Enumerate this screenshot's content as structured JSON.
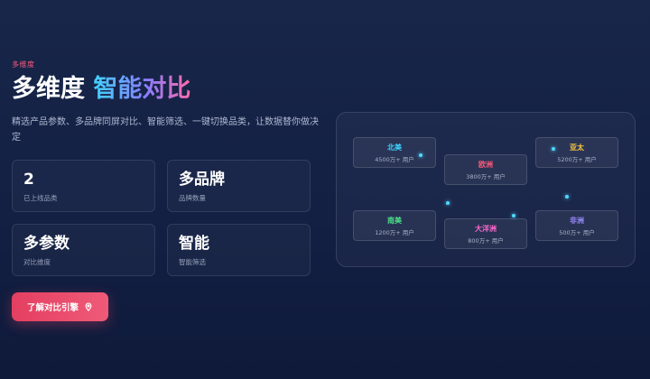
{
  "hero": {
    "eyebrow": "多维度",
    "title_plain": "多维度",
    "title_highlight": "智能对比",
    "description": "精选产品参数、多品牌同屏对比、智能筛选、一键切换品类，让数据替你做决定"
  },
  "stats": [
    {
      "value": "2",
      "label": "已上线品类"
    },
    {
      "value": "多品牌",
      "label": "品牌数量"
    },
    {
      "value": "多参数",
      "label": "对比维度"
    },
    {
      "value": "智能",
      "label": "智能筛选"
    }
  ],
  "cta": {
    "label": "了解对比引擎",
    "icon": "location-pin-icon"
  },
  "regions": [
    {
      "name": "北美",
      "count": "4500万+ 用户",
      "color": "#3fd3ff"
    },
    {
      "name": "欧洲",
      "count": "3800万+ 用户",
      "color": "#ff5a7a"
    },
    {
      "name": "亚太",
      "count": "5200万+ 用户",
      "color": "#ffc83d"
    },
    {
      "name": "南美",
      "count": "1200万+ 用户",
      "color": "#4ee08a"
    },
    {
      "name": "大洋洲",
      "count": "800万+ 用户",
      "color": "#ff6ad0"
    },
    {
      "name": "非洲",
      "count": "500万+ 用户",
      "color": "#9a8cff"
    }
  ],
  "colors": {
    "accent": "#e43f61",
    "background": "#132044",
    "marker": "#4fd8ff"
  }
}
